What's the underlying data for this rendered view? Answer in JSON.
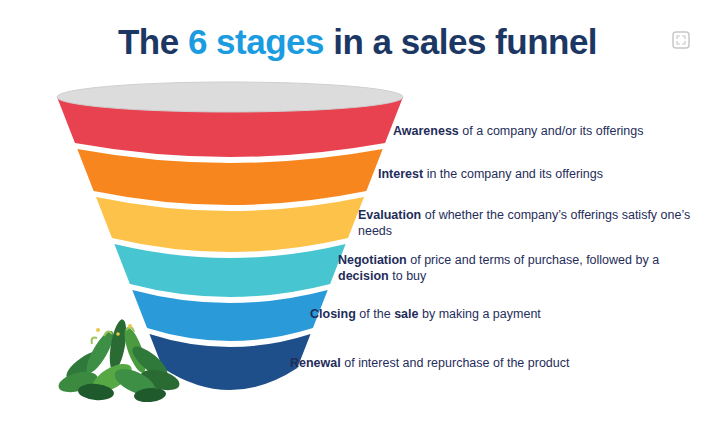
{
  "diagram": {
    "title": "The 6 stages in a sales funnel",
    "nodes": [
      {
        "text": [
          "Awareness of a company and/or its offerings"
        ]
      },
      {
        "text": [
          "Interest in the company and its offerings"
        ]
      },
      {
        "text": [
          "Evaluation of whether the company’s offerings satisfy one’s needs"
        ]
      },
      {
        "text": [
          "Negotiation of price and terms of purchase, followed by a decision to buy"
        ]
      },
      {
        "text": [
          "Closing of the sale by making a payment"
        ]
      },
      {
        "text": [
          "Renewal of interest and repurchase of the product"
        ]
      }
    ]
  }
}
